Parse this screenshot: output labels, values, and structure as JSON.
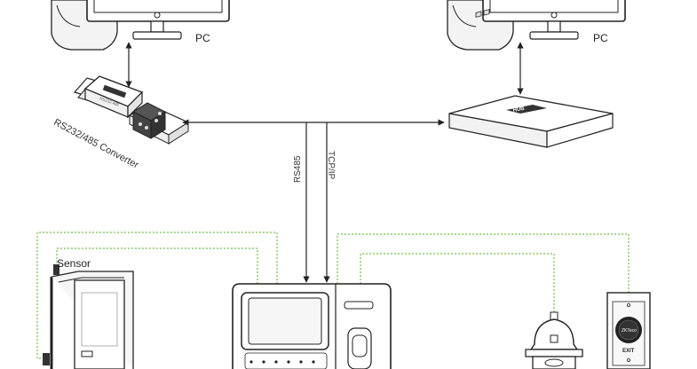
{
  "diagram": {
    "pc_left_label": "PC",
    "pc_right_label": "PC",
    "converter_label": "RS232/485 Converter",
    "hub_label": "HUB",
    "rs485_label": "RS485",
    "tcpip_label": "TCP/IP",
    "sensor_label": "Sensor",
    "button_brand": "ZKTeco",
    "exit_label": "EXIT",
    "converter_chip_text": "RS232-485",
    "colors": {
      "line": "#222222",
      "wire_green": "#6fbf4a"
    }
  }
}
